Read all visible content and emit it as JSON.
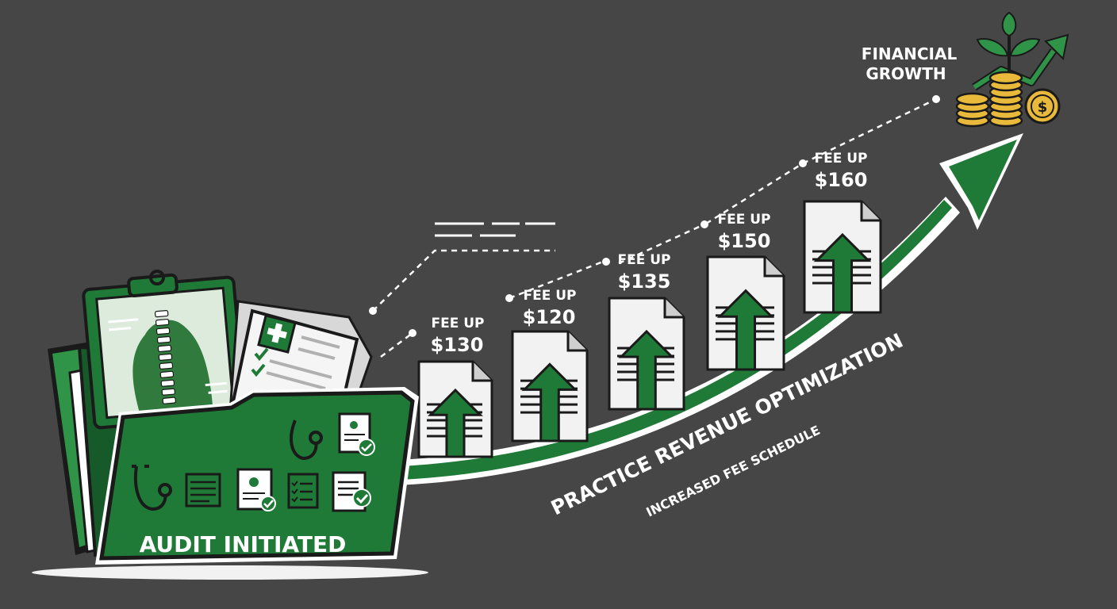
{
  "colors": {
    "background": "#464646",
    "green": "#1f7a37",
    "green_dark": "#155a28",
    "green_light": "#2f9447",
    "paper": "#f2f2f2",
    "outline": "#1a1a1a",
    "gold": "#e8b93a",
    "gold_dark": "#b8871c"
  },
  "folder": {
    "label": "AUDIT INITIATED",
    "icons": [
      "stethoscope-icon",
      "document-icon",
      "clipboard-check-icon",
      "checklist-icon",
      "medical-cross-icon",
      "spine-xray-icon"
    ]
  },
  "steps": [
    {
      "heading": "FEE UP",
      "amount": "$130"
    },
    {
      "heading": "FEE UP",
      "amount": "$120"
    },
    {
      "heading": "FEE UP",
      "amount": "$135"
    },
    {
      "heading": "FEE UP",
      "amount": "$150"
    },
    {
      "heading": "FEE UP",
      "amount": "$160"
    }
  ],
  "arrow": {
    "title": "PRACTICE REVENUE OPTIMIZATION",
    "subtitle": "INCREASED FEE SCHEDULE"
  },
  "goal": {
    "line1": "FINANCIAL",
    "line2": "GROWTH",
    "icons": [
      "coin-stack-icon",
      "plant-sprout-icon",
      "dollar-coin-icon",
      "growth-arrow-icon"
    ]
  }
}
